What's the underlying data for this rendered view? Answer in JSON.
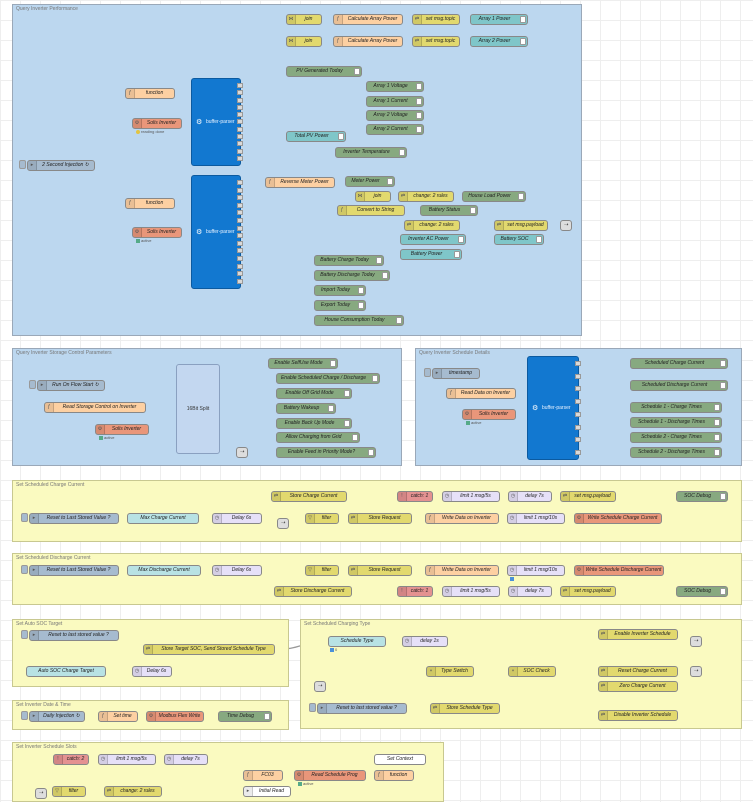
{
  "colors": {
    "inject": "#a6bbcf",
    "function": "#fdd0a2",
    "change": "#e2d96e",
    "modbus": "#e9967a",
    "debug": "#87a980",
    "link": "#dddddd",
    "teal": "#7fc6c9",
    "switch": "#e2d96e",
    "catch": "#e49191",
    "delay": "#e6e0f8",
    "parser": "#1278d0"
  },
  "groups": {
    "g1": "Query Inverter Performance",
    "g2": "Query Inverter Storage Control Parameters",
    "g3": "Query Inverter Schedule Details",
    "g4": "Set Scheduled Charge Current",
    "g5": "Set Scheduled Discharge Current",
    "g6": "Set Auto SOC Target",
    "g7": "Set Scheduled Charging Type",
    "g8": "Set Inverter Date & Time",
    "g9": "Set Inverter Schedule Slots"
  },
  "nodes": {
    "n_inject_2s": "2 Second Injection ↻",
    "n_func1": "function",
    "n_func2": "function",
    "n_solis1": "Solis Inverter",
    "n_solis2": "Solis Inverter",
    "n_buffer1": "buffer-parser",
    "n_buffer2": "buffer-parser",
    "n_join1": "join",
    "n_join2": "join",
    "n_calc1": "Calculate Array Power",
    "n_calc2": "Calculate Array Power",
    "n_settopic1": "set msg.topic",
    "n_settopic2": "set msg.topic",
    "n_a1p": "Array 1 Power",
    "n_a2p": "Array 2 Power",
    "n_pvgen": "PV Generated Today",
    "n_a1v": "Array 1 Voltage",
    "n_a1c": "Array 1 Current",
    "n_a2v": "Array 2 Voltage",
    "n_a2c": "Array 2 Current",
    "n_totalpv": "Total PV Power",
    "n_invtemp": "Inverter Temperature",
    "n_revmeter": "Reverse Meter Power",
    "n_meter": "Meter Power",
    "n_join3": "join",
    "n_change2r": "change: 2 rules",
    "n_houseload": "House Load Power",
    "n_convstr": "Convert to String",
    "n_battstatus": "Battery Status",
    "n_change2r_b": "change: 2 rules",
    "n_setpayload": "set msg.payload",
    "n_invac": "Inverter AC Power",
    "n_battsoc": "Battery SOC",
    "n_battpow": "Battery Power",
    "n_battch": "Battery Charge Today",
    "n_battdis": "Battery Discharge Today",
    "n_import": "Import Today",
    "n_export": "Export Today",
    "n_housecons": "House Consumption Today",
    "n_runonflow": "Run On Flow Start ↻",
    "n_readstorage": "Read Storage Control on Inverter",
    "n_solis3": "Solis Inverter",
    "n_16bit": "16Bit Split",
    "n_selfuse": "Enable SelfUse Mode",
    "n_schedch": "Enable Scheduled Charge / Discharge",
    "n_offgrid": "Enable Off Grid Mode",
    "n_battwake": "Battery Wakeup",
    "n_backup": "Enable Back Up Mode",
    "n_allowgrid": "Allow Charging from Grid",
    "n_feedin": "Enable Feed in Priority Mode?",
    "n_timestamp": "timestamp",
    "n_readdata": "Read Data on Inverter",
    "n_solis4": "Solis Inverter",
    "n_buffer3": "buffer-parser",
    "n_schedcc": "Scheduled Charge Current",
    "n_scheddc": "Scheduled Discharge Current",
    "n_s1c": "Schedule 1 - Charge Times",
    "n_s1d": "Schedule 1 - Discharge Times",
    "n_s2c": "Schedule 2 - Charge Times",
    "n_s2d": "Schedule 2 - Discharge Times",
    "n_reset4": "Reset to Last Stored Value ?",
    "n_maxcc": "Max Charge Current",
    "n_delay6a": "Delay 6s",
    "n_storecc": "Store Charge Current",
    "n_filter1": "filter",
    "n_storereq1": "Store Request",
    "n_writedata1": "Write Data on Inverter",
    "n_limit10_1": "limit 1 msg/10s",
    "n_writeschedcc": "Write Schedule Charge Current",
    "n_catch1": "catch: 1",
    "n_limit5_1": "limit 1 msg/5s",
    "n_delay7_1": "delay 7s",
    "n_setpayload1": "set msg.payload",
    "n_socdebug1": "SOC Debug",
    "n_reset5": "Reset to Last Stored Value ?",
    "n_maxdc": "Max Discharge Current",
    "n_delay6b": "Delay 6s",
    "n_filter2": "filter",
    "n_storereq2": "Store Request",
    "n_writedata2": "Write Data on Inverter",
    "n_limit10_2": "limit 1 msg/10s",
    "n_writescheddc": "Write Schedule Discharge Current",
    "n_storedc": "Store Discharge Current",
    "n_catch1b": "catch: 1",
    "n_limit5_2": "limit 1 msg/5s",
    "n_delay7_2": "delay 7s",
    "n_setpayload2": "set msg.payload",
    "n_socdebug2": "SOC Debug",
    "n_reset6": "Reset to last stored value ?",
    "n_autosoc": "Auto SOC Charge Target",
    "n_storetarget": "Store Target SOC, Send Stored Schedule Type",
    "n_delay6c": "Delay 6s",
    "n_schedtype": "Schedule Type",
    "n_delay1": "delay 1s",
    "n_typeswitch": "Type Switch",
    "n_soccheck": "SOC Check",
    "n_enablesched": "Enable Inverter Schedule",
    "n_resetcc": "Reset Charge Current",
    "n_zerocc": "Zero Charge Current",
    "n_disablesched": "Disable Inverter Schedule",
    "n_reset7": "Reset to last stored value ?",
    "n_storeschedtype": "Store Schedule Type",
    "n_dailyinj": "Daily Injection ↻",
    "n_settime": "Set time",
    "n_modbusflex": "Modbus Flex Write",
    "n_timedebug": "Time Debug",
    "n_catch2": "catch: 2",
    "n_limit5_3": "limit 1 msg/5s",
    "n_delay7_3": "delay 7s",
    "n_setcontext": "Set Context",
    "n_fc03": "FC03",
    "n_readschedprog": "Read Schedule Prog",
    "n_function3": "function",
    "n_filter3": "filter",
    "n_change2r_c": "change: 2 rules",
    "n_initialread": "Initial Read"
  },
  "status": {
    "reading": "reading done",
    "active": "active",
    "count0": "0"
  },
  "icons": {
    "inject": "arrow-right-icon",
    "function": "function-icon",
    "modbus": "gear-icon",
    "debug": "list-icon",
    "link": "link-icon",
    "change": "shuffle-icon"
  }
}
